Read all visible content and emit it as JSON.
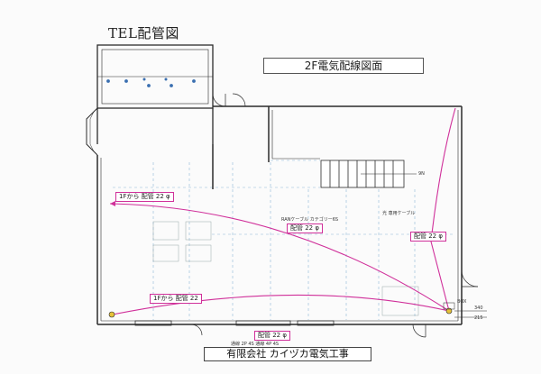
{
  "drawing": {
    "hand_title": "TEL配管図",
    "title": "2F電気配線図面",
    "company": "有限会社 カイヅカ電気工事"
  },
  "annotations": {
    "conduit_1f_top": "1Fから 配管 22 φ",
    "conduit_center": "配管 22 φ",
    "conduit_right": "配管 22 φ",
    "conduit_1f_bottom": "1Fから 配管 22",
    "conduit_bottom": "配管 22 φ",
    "cable_lan": "RANケーブル カテゴリー6S",
    "cable_optical": "光 専用ケーブル",
    "cable_bottom": "通線 2P 4S 通線 4P 4S",
    "stair_mark": "9N",
    "box_label": "BOX",
    "dim_a": "340",
    "dim_b": "215"
  },
  "colors": {
    "wall": "#2b2b2b",
    "conduit": "#d0309a",
    "grid_dash": "#8fb8d8",
    "fixture": "#3a6fb0",
    "paper": "#fbfbfb"
  }
}
